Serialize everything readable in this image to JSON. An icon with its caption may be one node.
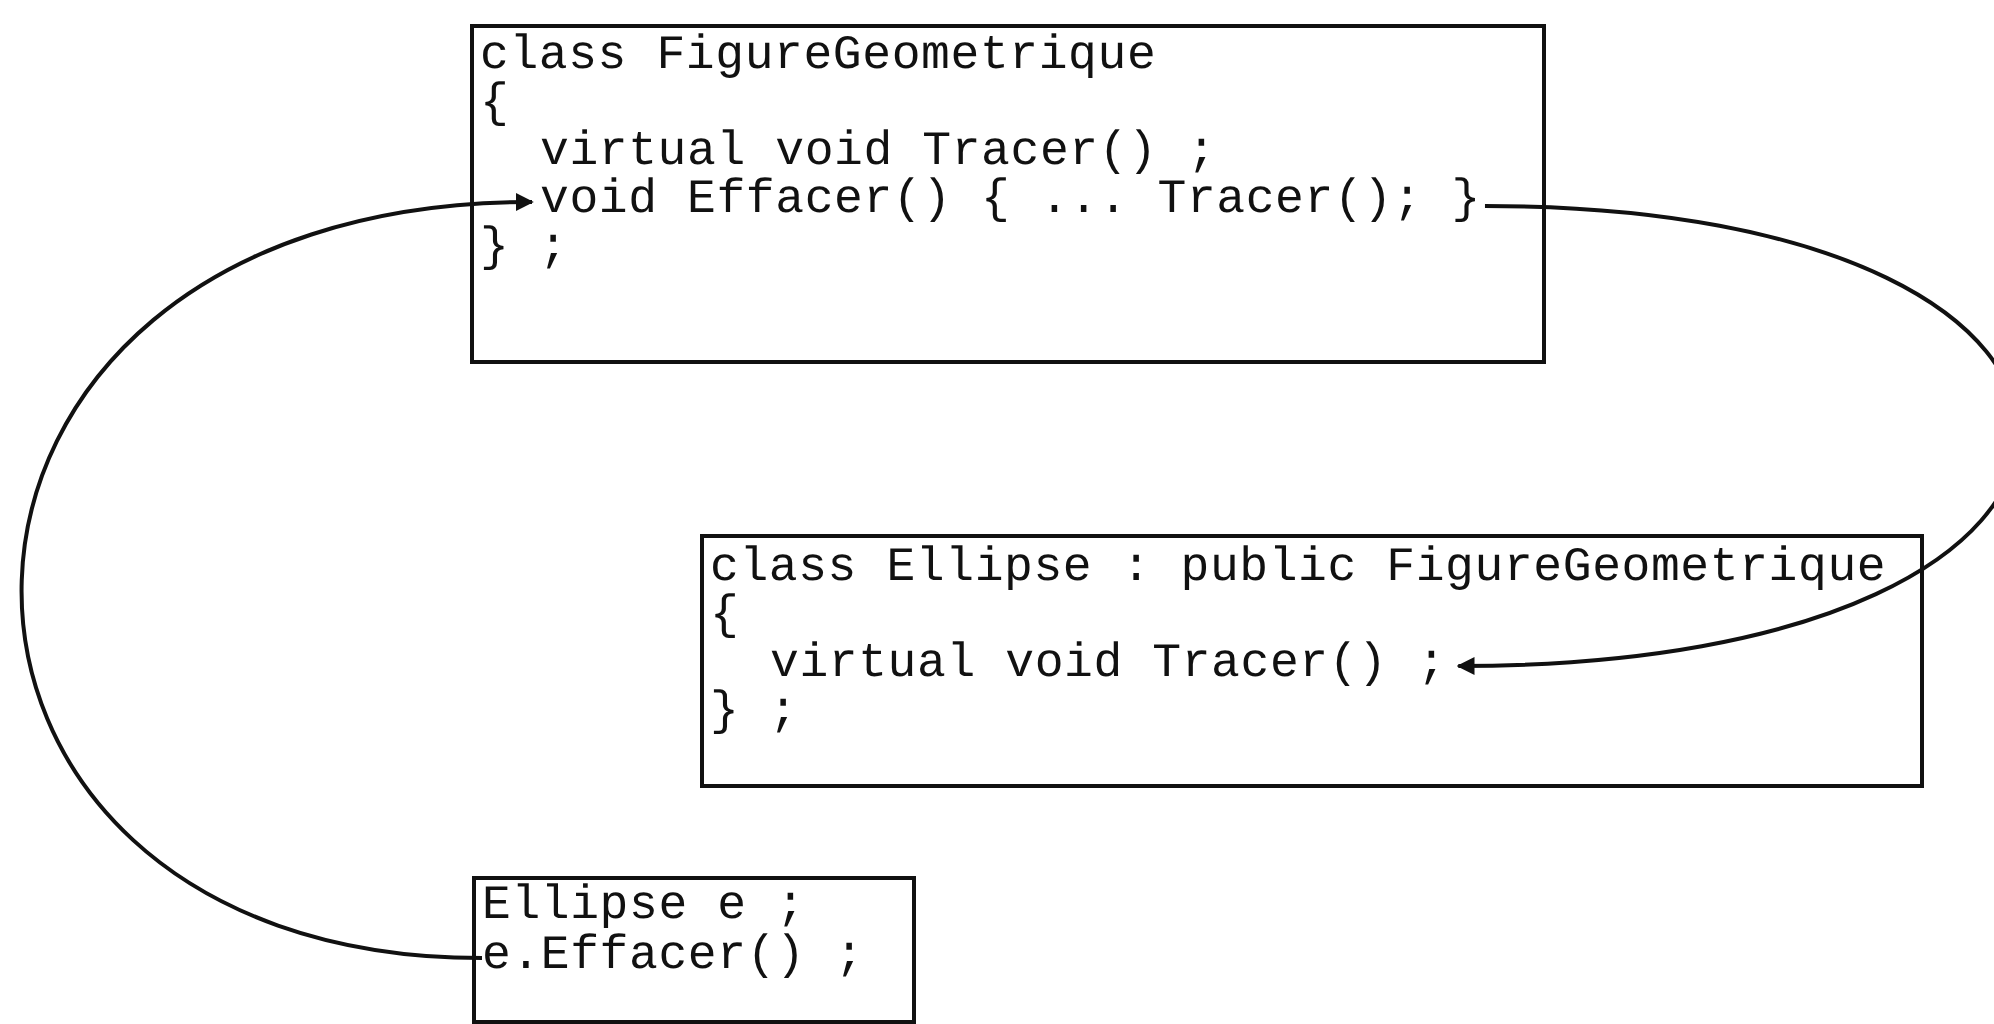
{
  "diagram": {
    "nodes": [
      {
        "text": [],
        "shape": "box"
      },
      {
        "text": [
          "class FigureGeometrique"
        ],
        "in": 0
      },
      {
        "text": [
          "{"
        ],
        "in": 0
      },
      {
        "text": [
          "virtual void Tracer() ;"
        ],
        "in": 0
      },
      {
        "text": [
          "void Effacer() { ... Tracer(); }"
        ],
        "in": 0
      },
      {
        "text": [
          "} ;"
        ],
        "in": 0
      },
      {
        "text": [],
        "shape": "box"
      },
      {
        "text": [
          "class Ellipse : public FigureGeometrique"
        ],
        "in": 6
      },
      {
        "text": [
          "{"
        ],
        "in": 6
      },
      {
        "text": [
          "virtual void Tracer() ;"
        ],
        "in": 6
      },
      {
        "text": [
          "} ;"
        ],
        "in": 6
      },
      {
        "text": [],
        "shape": "box"
      },
      {
        "text": [
          "Ellipse e ;"
        ],
        "in": 11
      },
      {
        "text": [
          "e.Effacer() ;"
        ],
        "in": 11
      }
    ],
    "edges": [
      {
        "from": 13,
        "to": 4,
        "arrow": "to"
      },
      {
        "from": 4,
        "to": 9,
        "arrow": "to"
      }
    ]
  }
}
